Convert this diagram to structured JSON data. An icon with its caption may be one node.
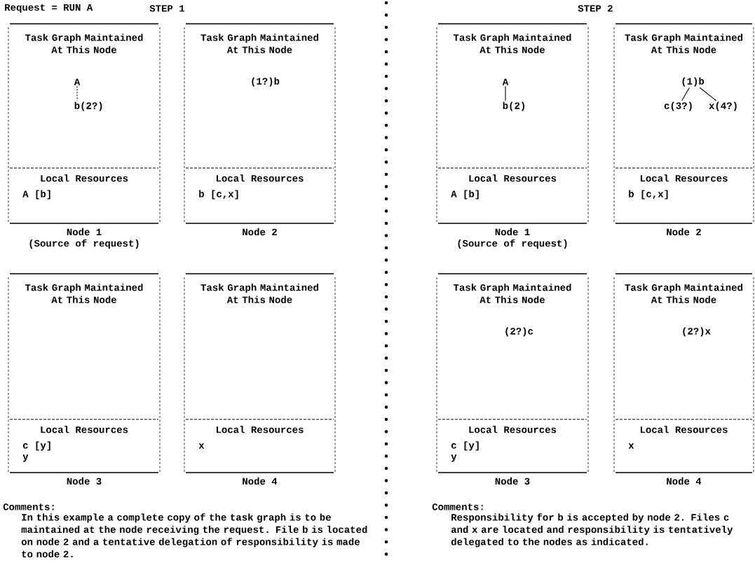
{
  "diagram": {
    "nodes": [
      {
        "text": [
          "Task Graph Maintained At This Node",
          "Local Resources",
          "A [b]"
        ],
        "beside": [
          "Node 1",
          "(Source of request)"
        ]
      },
      {
        "text": [
          "A"
        ],
        "in": 0
      },
      {
        "text": [
          "b(2?)"
        ],
        "in": 0
      },
      {
        "text": [
          "Task Graph Maintained At This Node",
          "Local Resources",
          "b [c,x]"
        ],
        "beside": [
          "Node 2"
        ]
      },
      {
        "text": [
          "(1?)b"
        ],
        "in": 3
      },
      {
        "text": [
          "Task Graph Maintained At This Node",
          "Local Resources",
          "c [y]",
          "y"
        ],
        "beside": [
          "Node 3"
        ]
      },
      {
        "text": [
          "Task Graph Maintained At This Node",
          "Local Resources",
          "x"
        ],
        "beside": [
          "Node 4"
        ]
      },
      {
        "text": [
          "Task Graph Maintained At This Node",
          "Local Resources",
          "A [b]"
        ],
        "beside": [
          "Node 1",
          "(Source of request)"
        ]
      },
      {
        "text": [
          "A"
        ],
        "in": 7
      },
      {
        "text": [
          "b(2)"
        ],
        "in": 7
      },
      {
        "text": [
          "Task Graph Maintained At This Node",
          "Local Resources",
          "b [c,x]"
        ],
        "beside": [
          "Node 2"
        ]
      },
      {
        "text": [
          "(1)b"
        ],
        "in": 10
      },
      {
        "text": [
          "c(3?)"
        ],
        "in": 10
      },
      {
        "text": [
          "x(4?)"
        ],
        "in": 10
      },
      {
        "text": [
          "Task Graph Maintained At This Node",
          "Local Resources",
          "c [y]",
          "y"
        ],
        "beside": [
          "Node 3"
        ]
      },
      {
        "text": [
          "(2?)c"
        ],
        "in": 14
      },
      {
        "text": [
          "Task Graph Maintained At This Node",
          "Local Resources",
          "x"
        ],
        "beside": [
          "Node 4"
        ]
      },
      {
        "text": [
          "(2?)x"
        ],
        "in": 16
      }
    ],
    "edges": [
      {
        "from": 1,
        "to": 2,
        "arrow": "none",
        "style": "dashed"
      },
      {
        "from": 8,
        "to": 9,
        "arrow": "none"
      },
      {
        "from": 11,
        "to": 12,
        "arrow": "none"
      },
      {
        "from": 11,
        "to": 13,
        "arrow": "none"
      }
    ],
    "labels": [
      "Request = RUN A",
      "STEP 1",
      "STEP 2",
      "Comments:",
      "In this example a complete copy of the task graph is to be maintained at the node receiving the request. File b is located on node 2 and a tentative delegation of responsibility is made to node 2.",
      "Comments:",
      "Responsibility for b is accepted by node 2. Files c and x are located and responsibility is tentatively delegated to the nodes as indicated."
    ]
  }
}
